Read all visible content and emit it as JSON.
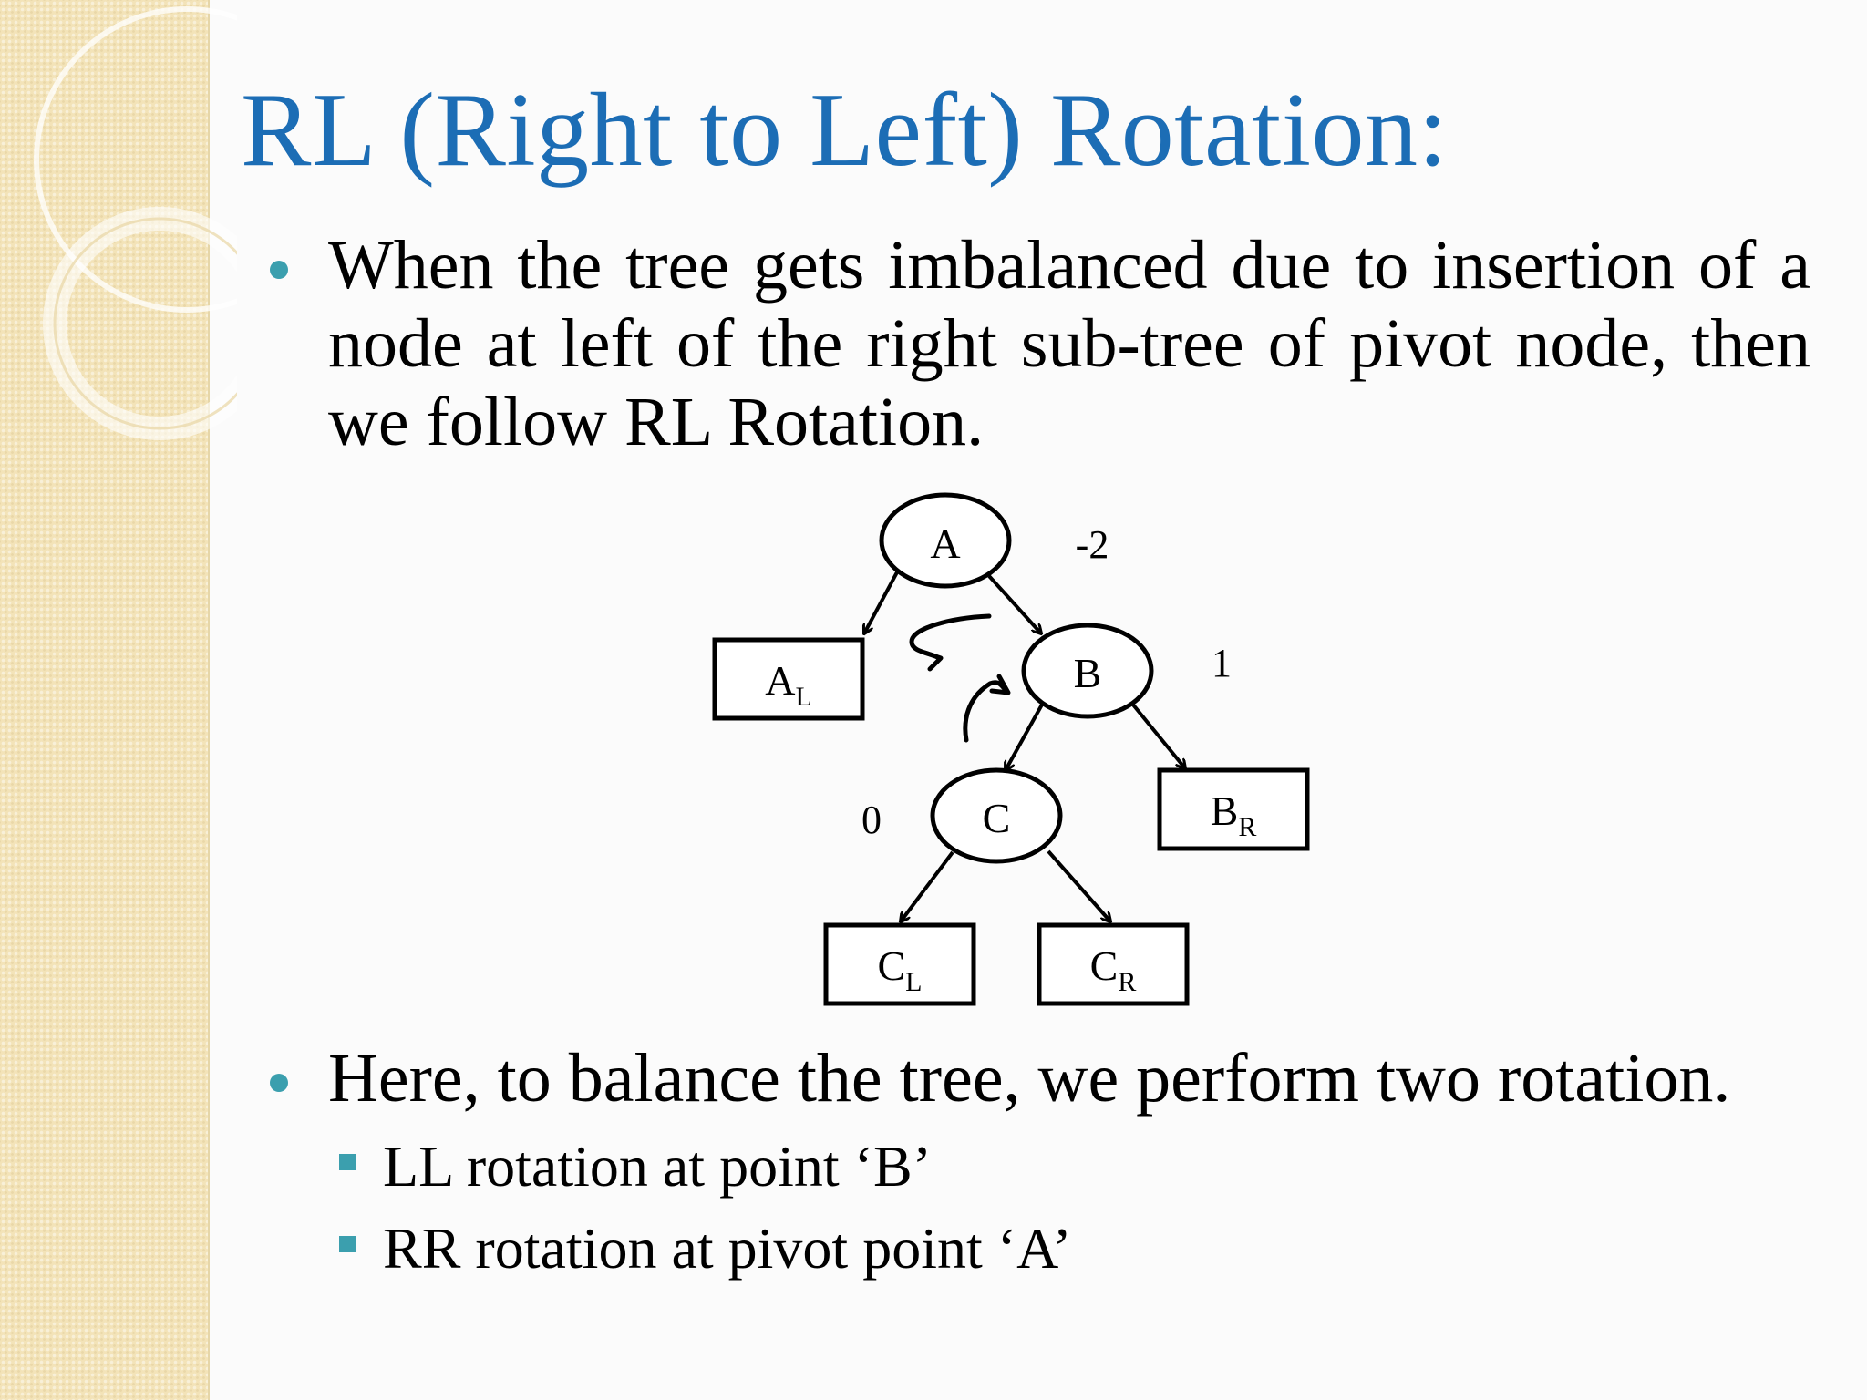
{
  "slide": {
    "title": "RL (Right to Left) Rotation:",
    "bullets": [
      {
        "text": "When the tree gets imbalanced due to insertion of a node at left of the right sub-tree of pivot node, then we follow RL Rotation."
      },
      {
        "text": "Here, to balance the tree, we perform two rotation."
      }
    ],
    "sub_bullets": [
      {
        "text": "LL rotation at point ‘B’"
      },
      {
        "text": "RR rotation at pivot point ‘A’"
      }
    ]
  },
  "diagram": {
    "nodes": {
      "A": {
        "label": "A",
        "balance": "-2"
      },
      "B": {
        "label": "B",
        "balance": "1"
      },
      "C": {
        "label": "C",
        "balance": "0"
      }
    },
    "subtrees": {
      "AL": {
        "main": "A",
        "sub": "L"
      },
      "BR": {
        "main": "B",
        "sub": "R"
      },
      "CL": {
        "main": "C",
        "sub": "L"
      },
      "CR": {
        "main": "C",
        "sub": "R"
      }
    }
  },
  "colors": {
    "title": "#1c6db5",
    "bullet": "#3b9fae",
    "sidebar": "#f3e3b8"
  }
}
